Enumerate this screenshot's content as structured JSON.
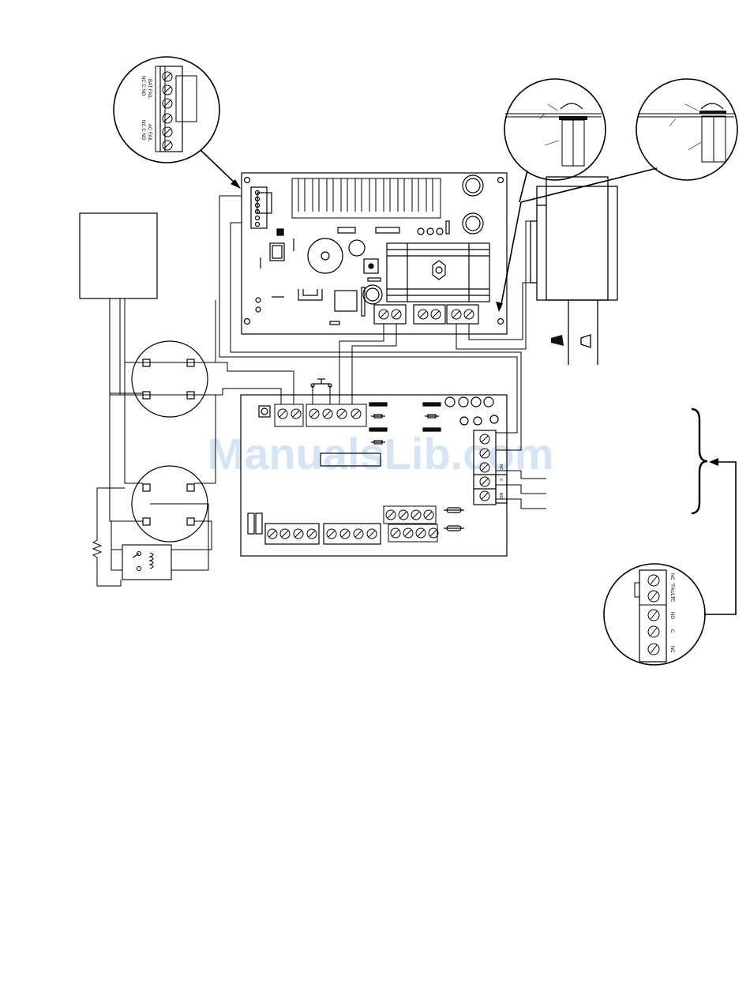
{
  "watermark": {
    "text": "ManualsLib.com",
    "color": "#cfe0f5"
  },
  "callout_relay_board": {
    "group1_title": "BAT FAIL",
    "group1_terms": "NC  C  NO",
    "group2_title": "AC FAIL",
    "group2_terms": "NC  C  NO"
  },
  "callout_fault_relay": {
    "fault_label": "\"FAULT\"",
    "terms": [
      "NC",
      "C",
      "NO",
      "C",
      "NC"
    ]
  },
  "logic_board_side_terminals": {
    "labels": [
      "NO",
      "C",
      "NC"
    ]
  },
  "colors": {
    "line": "#000000",
    "fill_dark": "#111111",
    "background": "#ffffff"
  }
}
